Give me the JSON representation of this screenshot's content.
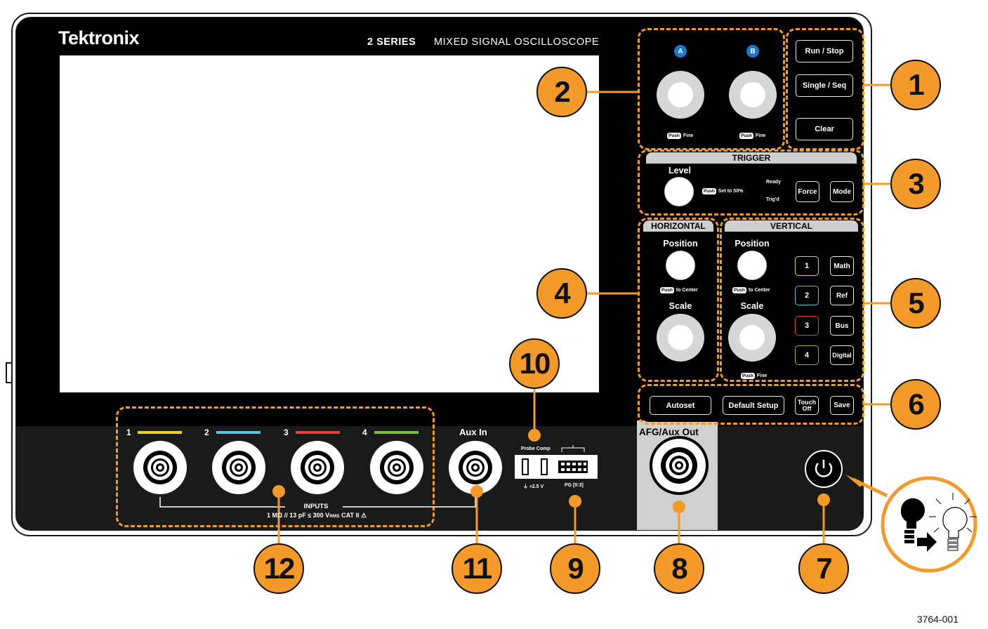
{
  "brand": "Tektronix",
  "model_series": "2 SERIES",
  "model_desc": "MIXED SIGNAL OSCILLOSCOPE",
  "acq_buttons": {
    "run_stop": "Run / Stop",
    "single_seq": "Single / Seq",
    "clear": "Clear"
  },
  "multipurpose": {
    "a_label": "A",
    "b_label": "B",
    "push": "Push",
    "fine": "Fine"
  },
  "trigger": {
    "title": "TRIGGER",
    "level": "Level",
    "push": "Push",
    "set50": "Set to 50%",
    "ready": "Ready",
    "trigd": "Trig'd",
    "force": "Force",
    "mode": "Mode"
  },
  "horizontal": {
    "title": "HORIZONTAL",
    "position": "Position",
    "push": "Push",
    "to_center": "to Center",
    "scale": "Scale"
  },
  "vertical": {
    "title": "VERTICAL",
    "position": "Position",
    "push": "Push",
    "to_center": "to Center",
    "scale": "Scale",
    "fine": "Fine",
    "channels": [
      "1",
      "2",
      "3",
      "4"
    ],
    "channel_colors": [
      "#e8d42b",
      "#5bbfd6",
      "#e0443c",
      "#7cbf3c"
    ],
    "func_buttons": [
      "Math",
      "Ref",
      "Bus",
      "Digital"
    ]
  },
  "bottom_buttons": {
    "autoset": "Autoset",
    "default_setup": "Default Setup",
    "touch_off_1": "Touch",
    "touch_off_2": "Off",
    "save": "Save"
  },
  "inputs": {
    "channels": [
      "1",
      "2",
      "3",
      "4"
    ],
    "colors": [
      "#e8d42b",
      "#5bbfd6",
      "#e0443c",
      "#7cbf3c"
    ],
    "title": "INPUTS",
    "spec": "1 MΩ // 13 pF ≤ 300 V",
    "spec_sub": "RMS",
    "spec_tail": "CAT II ⚠"
  },
  "aux_in": "Aux In",
  "probe_comp": {
    "title": "Probe Comp",
    "volt": "≈2.5 V",
    "pg": "PG [0:3]"
  },
  "afg_out": "AFG/Aux Out",
  "callouts": [
    "1",
    "2",
    "3",
    "4",
    "5",
    "6",
    "7",
    "8",
    "9",
    "10",
    "11",
    "12"
  ],
  "figure_code": "3764-001"
}
